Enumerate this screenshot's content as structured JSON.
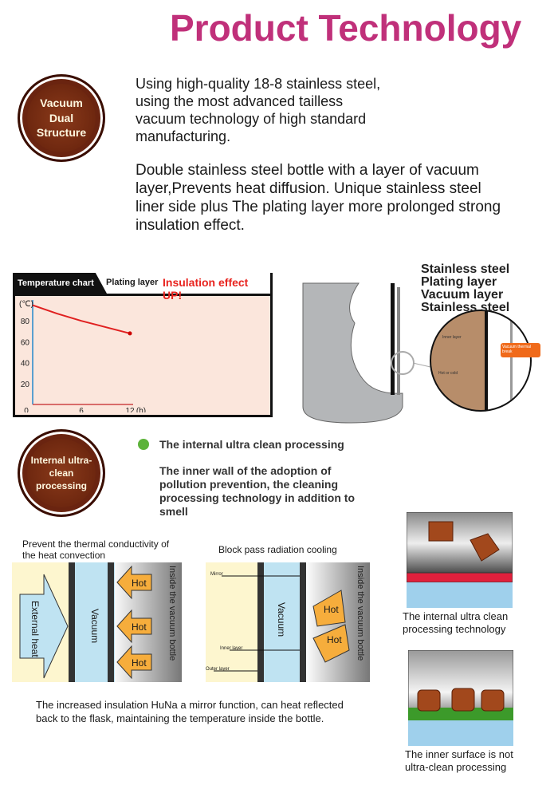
{
  "title": "Product Technology",
  "section1": {
    "badge": "Vacuum Dual Structure",
    "para1": "Using high-quality 18-8 stainless steel, using the most advanced tailless vacuum technology of high standard manufacturing.",
    "para2": "Double stainless steel bottle with a layer of vacuum layer,Prevents heat diffusion. Unique stainless steel liner side plus The plating layer more prolonged strong insulation effect."
  },
  "chart_data": {
    "type": "line",
    "title": "Temperature chart",
    "legend": "Plating layer",
    "annotation": "Insulation effect  UP!",
    "xlabel": "(h)",
    "ylabel": "(℃)",
    "x_ticks": [
      "0",
      "6",
      "12"
    ],
    "y_ticks": [
      "20",
      "40",
      "60",
      "80"
    ],
    "xlim": [
      0,
      12
    ],
    "ylim": [
      0,
      100
    ],
    "series": [
      {
        "name": "Plating layer",
        "x": [
          0,
          3,
          6,
          9,
          12
        ],
        "y": [
          95,
          87,
          80,
          74,
          68
        ]
      }
    ]
  },
  "layers": {
    "items": [
      "Stainless steel",
      "Plating layer",
      "Vacuum layer",
      "Stainless steel"
    ],
    "zoom_labels": {
      "inner": "Inner layer",
      "hot": "Hot or cold",
      "callout": "Vacuum thermal break"
    }
  },
  "section2": {
    "badge": "Internal ultra-clean processing",
    "bullet": "The internal ultra clean processing",
    "para": "The inner wall of the adoption of pollution prevention, the cleaning processing technology in addition to smell"
  },
  "diagram1": {
    "heading": "Prevent the thermal conductivity of the heat convection",
    "external": "External heat",
    "vacuum": "Vacuum",
    "hot": "Hot",
    "inside": "Inside the vacuum bottle"
  },
  "diagram2": {
    "heading": "Block pass radiation cooling",
    "mirror": "Mirror",
    "inner": "Inner layer",
    "outer": "Outer layer",
    "vacuum": "Vacuum",
    "hot": "Hot",
    "inside": "Inside the vacuum bottle"
  },
  "bottom_text": "The increased insulation HuNa a mirror function, can heat reflected back to the flask, maintaining the temperature inside the bottle.",
  "captions": {
    "clean": "The internal ultra clean processing technology",
    "not_clean": "The inner surface is not ultra-clean processing"
  }
}
